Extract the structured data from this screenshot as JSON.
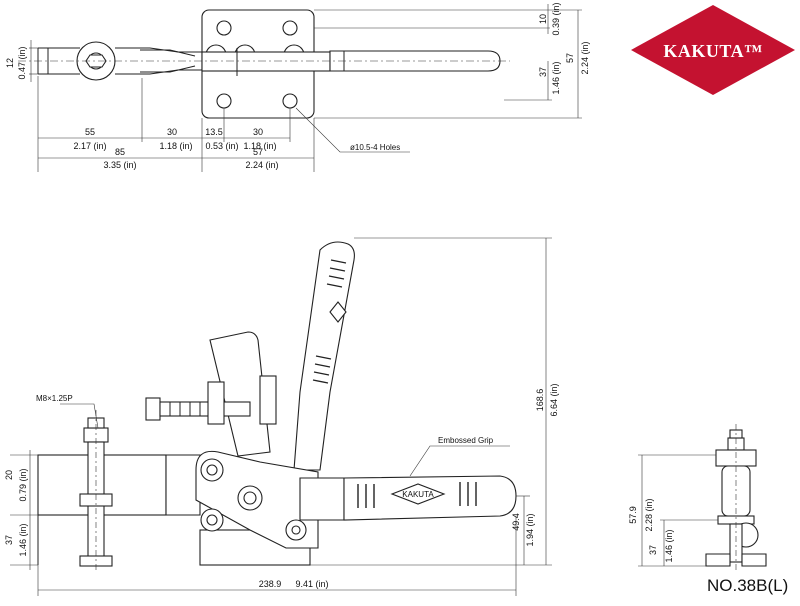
{
  "brand": {
    "name": "KAKUTA™",
    "color": "#c41230",
    "emboss": "KAKUTA"
  },
  "model": "NO.38B(L)",
  "notes": {
    "holes": "ø10.5-4 Holes",
    "thread": "M8×1.25P",
    "grip": "Embossed Grip"
  },
  "top_view": {
    "d_12": "12",
    "d_047": "0.47 (in)",
    "d_10": "10",
    "d_039": "0.39 (in)",
    "d_37": "37",
    "d_146": "1.46 (in)",
    "d_57v": "57",
    "d_224v": "2.24 (in)",
    "d_55": "55",
    "d_217": "2.17 (in)",
    "d_30a": "30",
    "d_118a": "1.18 (in)",
    "d_135": "13.5",
    "d_053": "0.53 (in)",
    "d_30b": "30",
    "d_118b": "1.18 (in)",
    "d_85": "85",
    "d_335": "3.35 (in)",
    "d_57h": "57",
    "d_224h": "2.24 (in)"
  },
  "side_view": {
    "d_20": "20",
    "d_079": "0.79 (in)",
    "d_37": "37",
    "d_146": "1.46 (in)",
    "d_1686": "168.6",
    "d_664": "6.64 (in)",
    "d_494": "49.4",
    "d_194": "1.94 (in)",
    "d_2389": "238.9",
    "d_941": "9.41 (in)"
  },
  "end_view": {
    "d_579": "57.9",
    "d_228": "2.28 (in)",
    "d_37": "37",
    "d_146": "1.46 (in)"
  }
}
